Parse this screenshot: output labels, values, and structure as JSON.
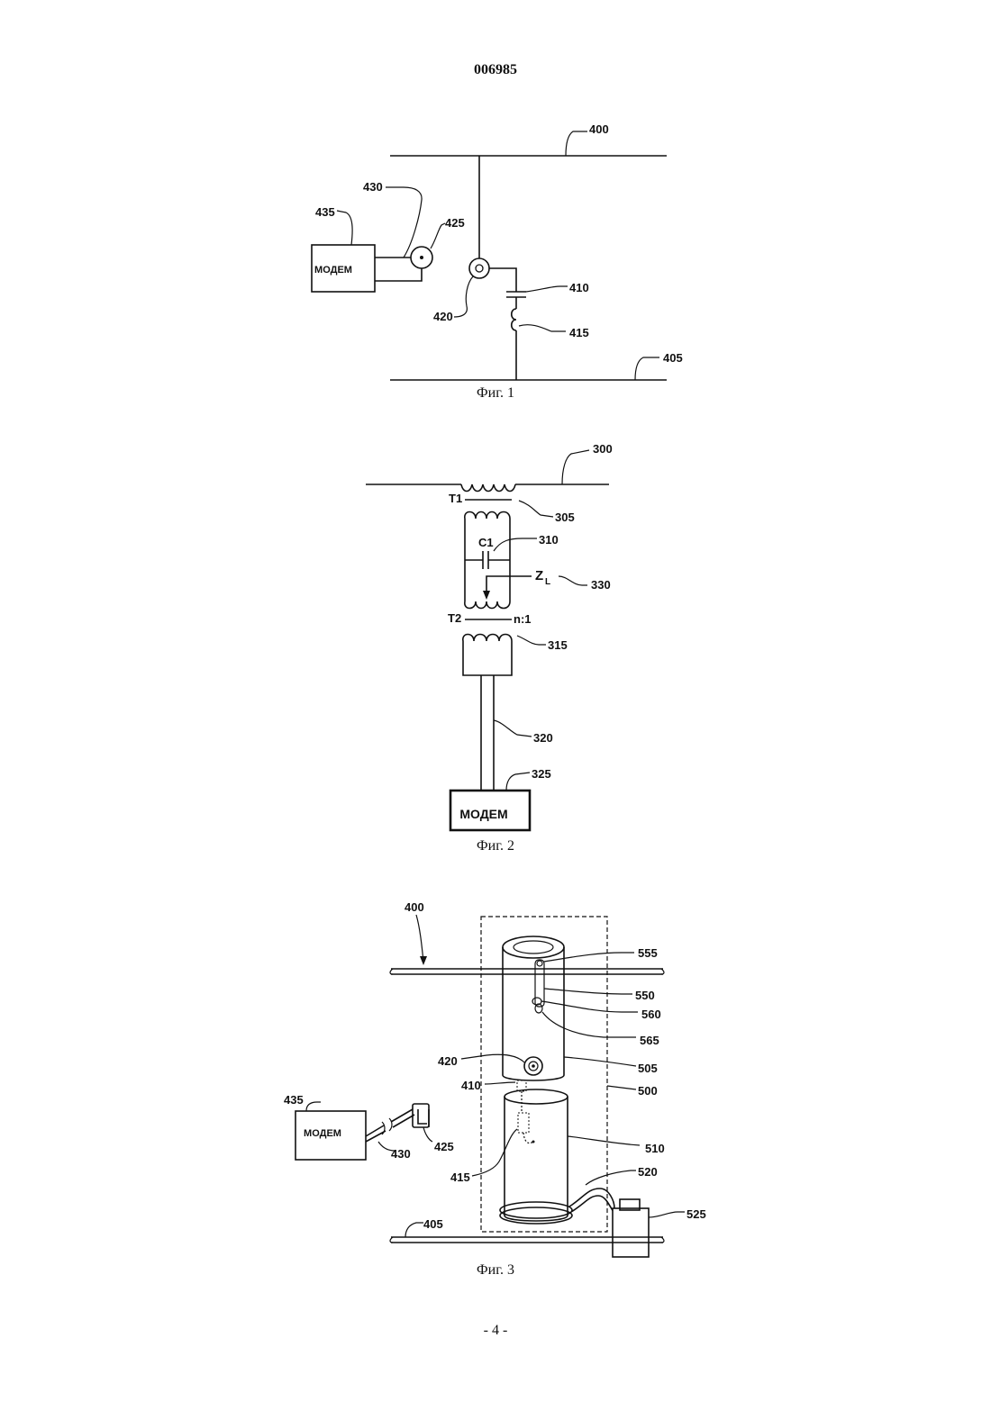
{
  "header": {
    "doc_number": "006985"
  },
  "footer": {
    "page_number": "- 4 -"
  },
  "fig1": {
    "caption": "Фиг. 1",
    "modem_label": "МОДЕМ",
    "refs": {
      "r400": "400",
      "r405": "405",
      "r410": "410",
      "r415": "415",
      "r420": "420",
      "r425": "425",
      "r430": "430",
      "r435": "435"
    }
  },
  "fig2": {
    "caption": "Фиг. 2",
    "modem_label": "МОДЕМ",
    "t1_label": "T1",
    "t2_label": "T2",
    "c1_label": "C1",
    "zl_label": "Z",
    "zl_sub": "L",
    "ratio_label": "n:1",
    "refs": {
      "r300": "300",
      "r305": "305",
      "r310": "310",
      "r315": "315",
      "r320": "320",
      "r325": "325",
      "r330": "330"
    }
  },
  "fig3": {
    "caption": "Фиг. 3",
    "modem_label": "МОДЕМ",
    "refs": {
      "r400": "400",
      "r405": "405",
      "r410": "410",
      "r415": "415",
      "r420": "420",
      "r425": "425",
      "r430": "430",
      "r435": "435",
      "r500": "500",
      "r505": "505",
      "r510": "510",
      "r520": "520",
      "r525": "525",
      "r550": "550",
      "r555": "555",
      "r560": "560",
      "r565": "565"
    }
  }
}
